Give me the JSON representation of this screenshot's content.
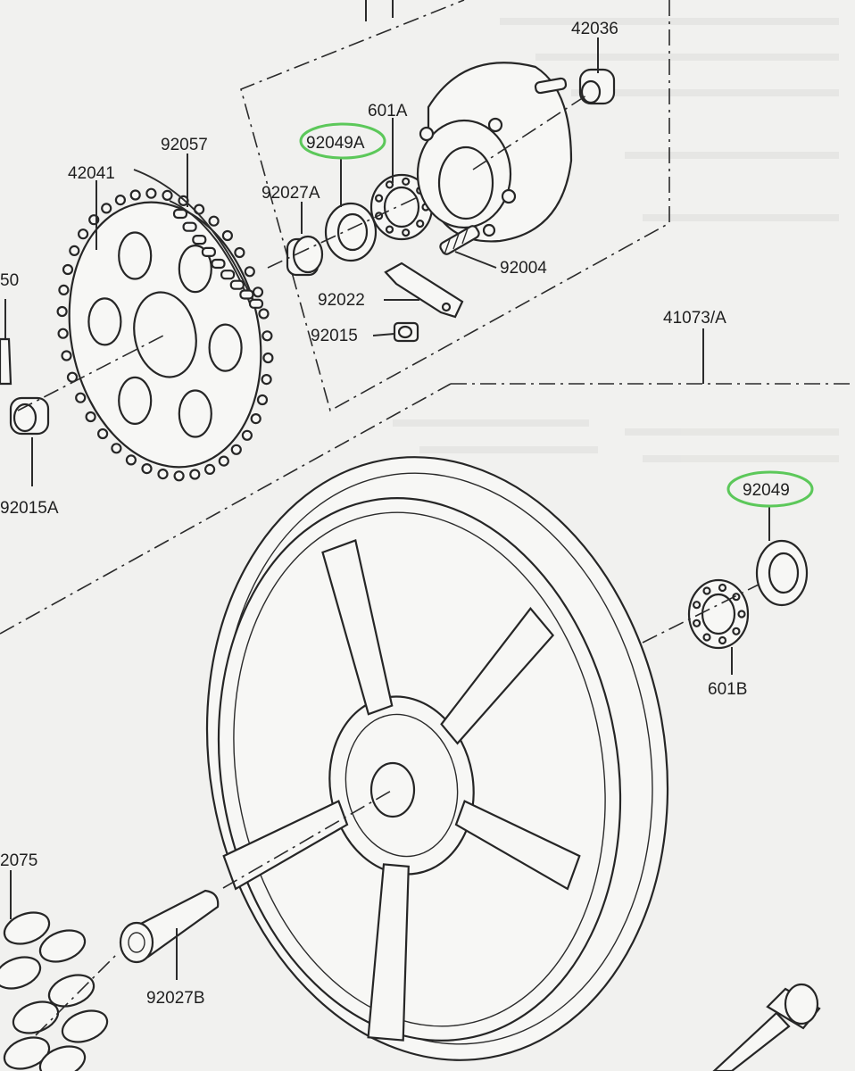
{
  "labels": {
    "p42036": "42036",
    "p601a": "601A",
    "p92049a": "92049A",
    "p92057": "92057",
    "p42041": "42041",
    "p92027a": "92027A",
    "p92004": "92004",
    "p92022": "92022",
    "p92015": "92015",
    "p50": "50",
    "p92015a": "92015A",
    "p41073a": "41073/A",
    "p92049": "92049",
    "p601b": "601B",
    "p2075": "2075",
    "p92027b": "92027B"
  },
  "colors": {
    "highlight": "#5cc85a",
    "ink": "#262626",
    "paper": "#f1f1ef"
  }
}
